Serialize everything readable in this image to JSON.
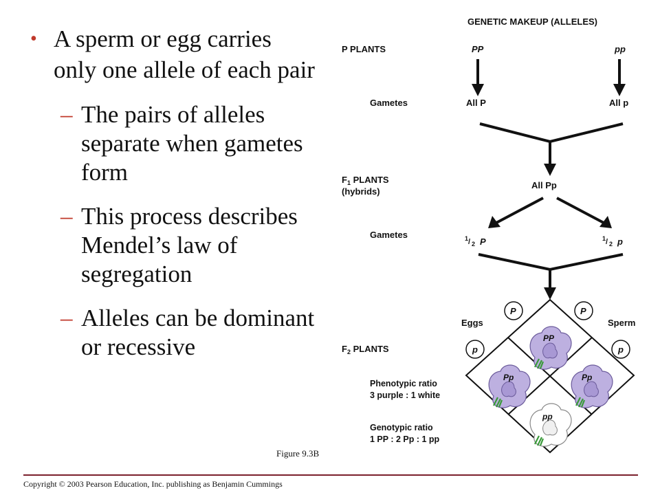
{
  "slide": {
    "main_bullet": "A sperm or egg carries only one allele of each pair",
    "sub_bullets": [
      "The pairs of alleles separate when gametes form",
      "This process describes Mendel’s law of segregation",
      "Alleles can be dominant or recessive"
    ],
    "caption": "Figure 9.3B",
    "copyright": "Copyright © 2003 Pearson Education, Inc. publishing as Benjamin Cummings"
  },
  "diagram": {
    "header": "GENETIC MAKEUP (ALLELES)",
    "p_plants": "P PLANTS",
    "pp_dominant": "PP",
    "pp_recessive": "pp",
    "gametes_1": "Gametes",
    "all_P": "All P",
    "all_p": "All p",
    "f1_label": "F",
    "f1_sub": "1",
    "f1_rest": " PLANTS",
    "f1_hybrids": "(hybrids)",
    "all_Pp": "All Pp",
    "gametes_2": "Gametes",
    "half_P": "P",
    "half_p": "p",
    "half_num": "1",
    "half_den": "2",
    "eggs": "Eggs",
    "sperm": "Sperm",
    "circle_P": "P",
    "circle_p": "p",
    "f2_label": "F",
    "f2_sub": "2",
    "f2_rest": " PLANTS",
    "cell_PP": "PP",
    "cell_Pp": "Pp",
    "cell_pp": "pp",
    "phenotypic_title": "Phenotypic ratio",
    "phenotypic_value": "3 purple : 1 white",
    "genotypic_title": "Genotypic ratio",
    "genotypic_value": "1 PP : 2 Pp : 1 pp",
    "colors": {
      "purple": "#bdb0e0",
      "purple_edge": "#6a5a9a",
      "white_flower": "#ffffff",
      "white_edge": "#888888",
      "stem": "#3a9a3a",
      "accent": "#c0392b"
    }
  }
}
